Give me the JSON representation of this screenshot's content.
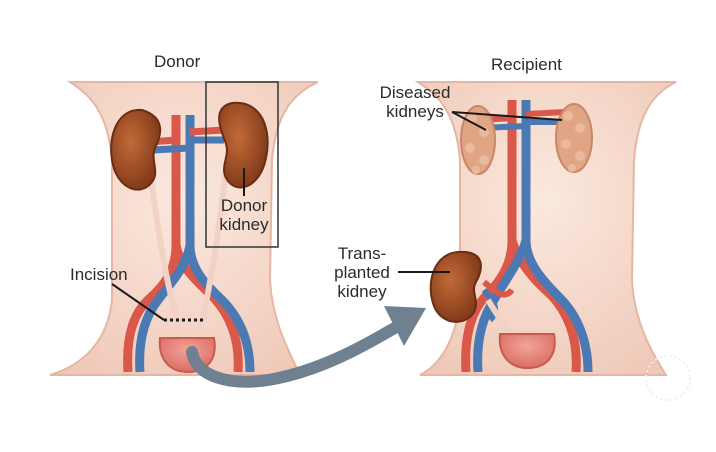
{
  "titles": {
    "donor": "Donor",
    "recipient": "Recipient"
  },
  "labels": {
    "donor_kidney_line1": "Donor",
    "donor_kidney_line2": "kidney",
    "incision": "Incision",
    "diseased_line1": "Diseased",
    "diseased_line2": "kidneys",
    "transplanted_line1": "Trans-",
    "transplanted_line2": "planted",
    "transplanted_line3": "kidney"
  },
  "colors": {
    "skin": "#f5dacb",
    "skin_edge": "#e7b8a6",
    "artery": "#d9584a",
    "vein": "#4a79b4",
    "kidney": "#9b4a22",
    "diseased": "#e0a584",
    "bladder": "#e8857a",
    "arrow": "#6f8190"
  }
}
